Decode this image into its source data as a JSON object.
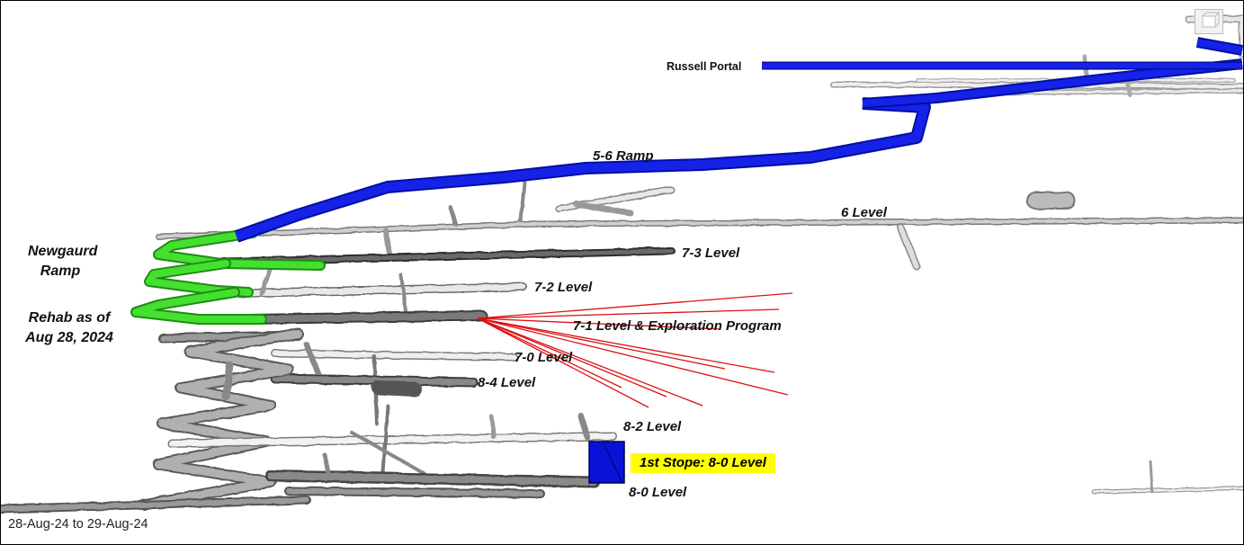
{
  "labels": {
    "russell_portal": "Russell Portal",
    "ramp_56": "5-6 Ramp",
    "level_6": "6 Level",
    "newgaurd_ramp_line1": "Newgaurd",
    "newgaurd_ramp_line2": "Ramp",
    "level_73": "7-3 Level",
    "level_72": "7-2 Level",
    "rehab_line1": "Rehab as of",
    "rehab_line2": "Aug 28, 2024",
    "level_71": "7-1 Level & Exploration Program",
    "level_70": "7-0 Level",
    "level_84": "8-4 Level",
    "level_82": "8-2 Level",
    "stope": "1st Stope: 8-0 Level",
    "level_80": "8-0 Level"
  },
  "date_range": "28-Aug-24 to 29-Aug-24",
  "colors": {
    "ramp_blue": "#0a12d8",
    "rehab_green": "#33dd22",
    "drill_red": "#dd1111",
    "tunnel_light": "#e2e2e2",
    "tunnel_dark": "#6a6a6a",
    "stope_highlight": "#ffff00"
  },
  "icons": {
    "corner": "view-cube-icon"
  }
}
